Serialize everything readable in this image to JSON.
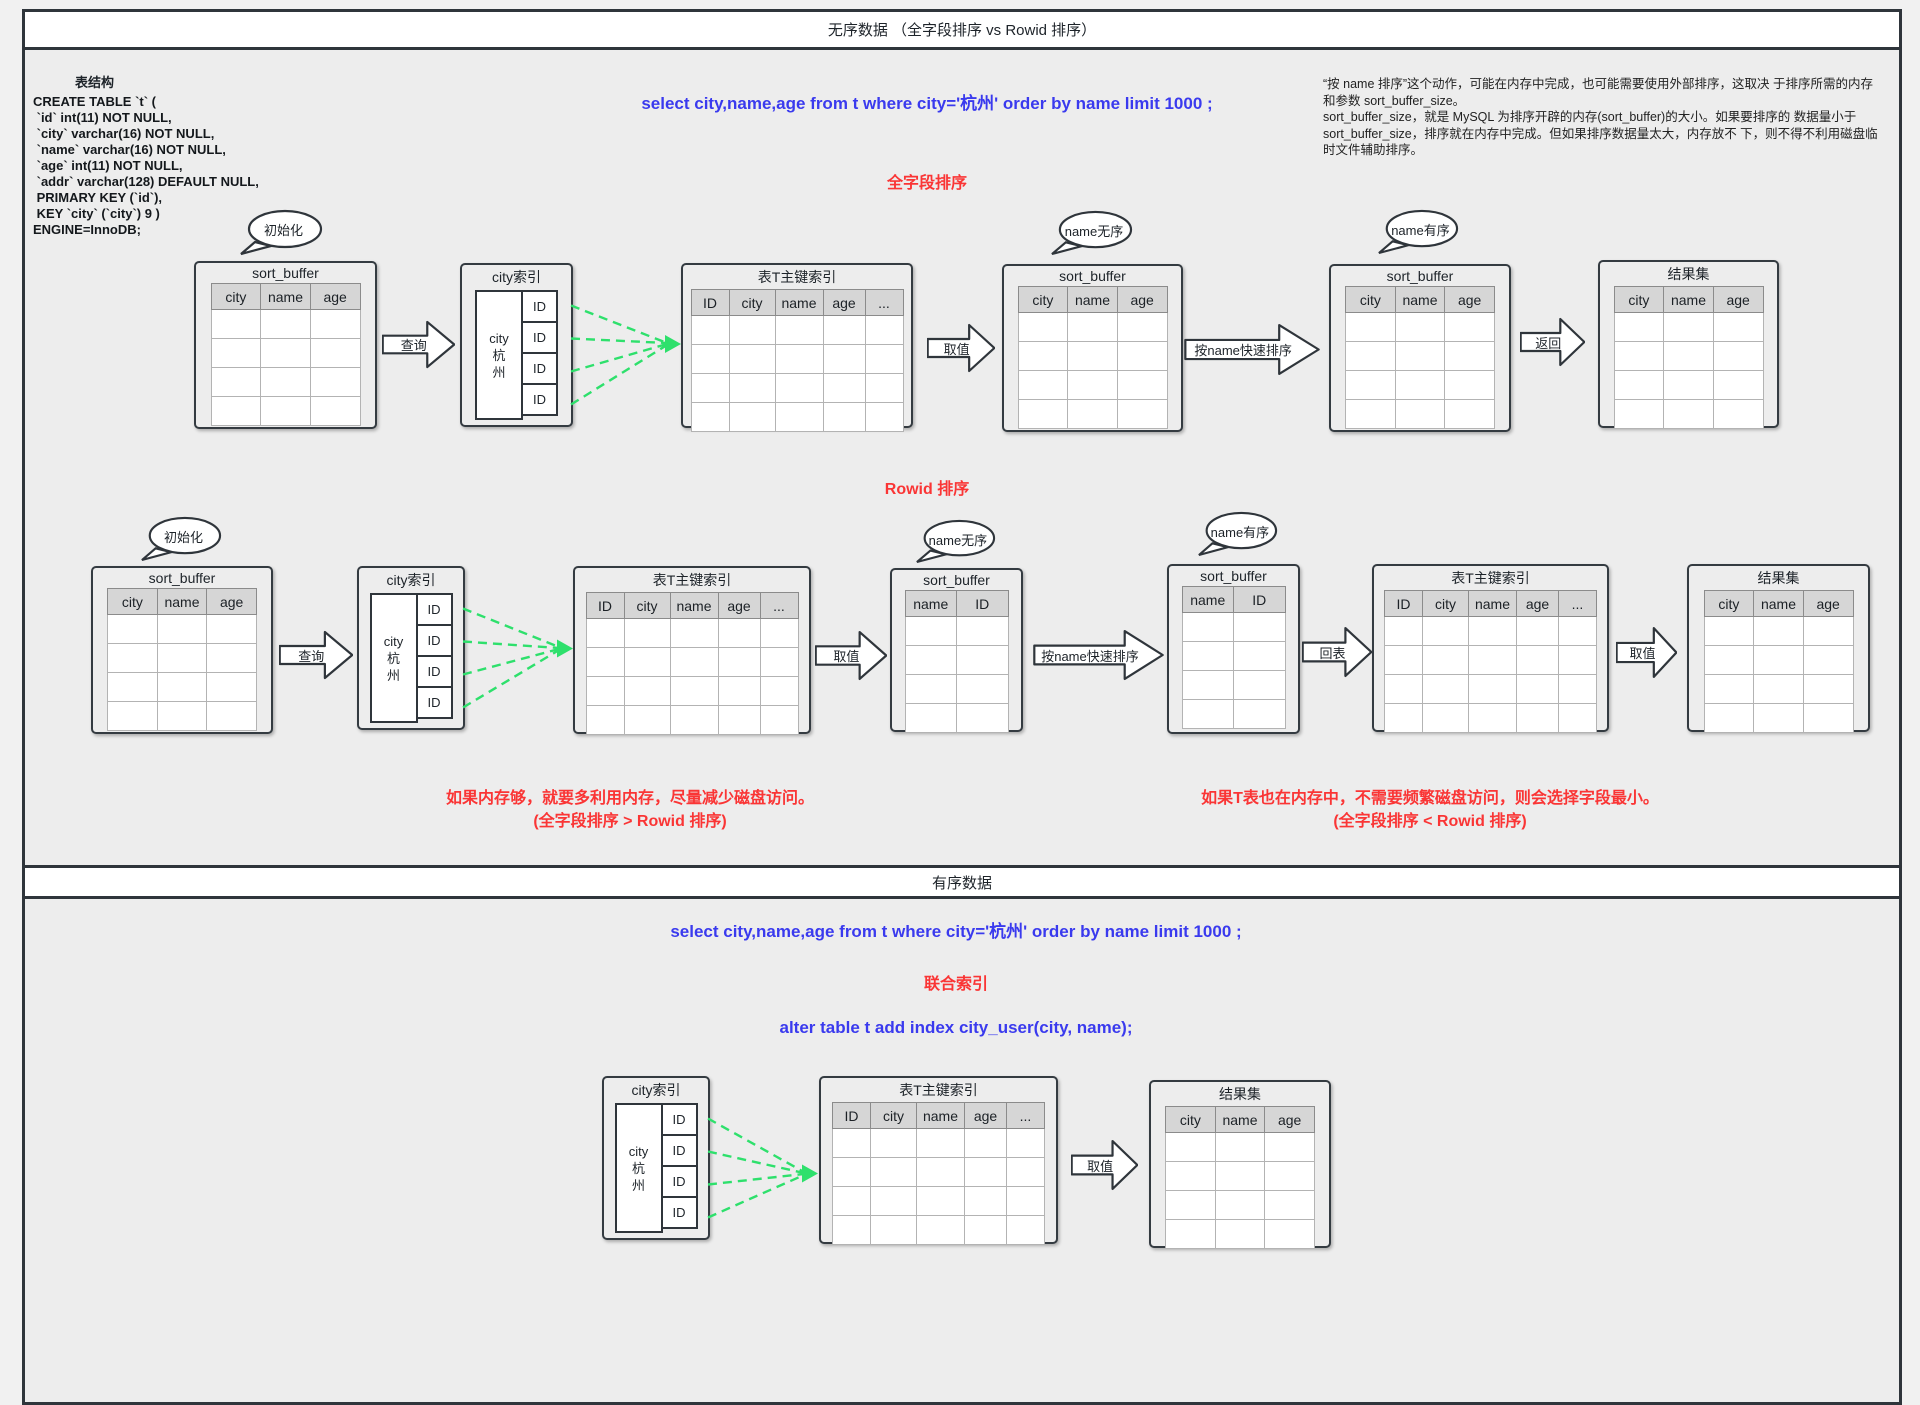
{
  "page": {
    "section1_title": "无序数据 （全字段排序 vs Rowid 排序）",
    "section2_title": "有序数据"
  },
  "schema": {
    "label": "表结构",
    "create_table": "CREATE TABLE `t` (\n `id` int(11) NOT NULL,\n `city` varchar(16) NOT NULL,\n `name` varchar(16) NOT NULL,\n `age` int(11) NOT NULL,\n `addr` varchar(128) DEFAULT NULL,\n PRIMARY KEY (`id`),\n KEY `city` (`city`) 9 )\nENGINE=InnoDB;"
  },
  "note": {
    "text": "“按 name 排序”这个动作，可能在内存中完成，也可能需要使用外部排序，这取决 于排序所需的内存和参数 sort_buffer_size。\nsort_buffer_size，就是 MySQL 为排序开辟的内存(sort_buffer)的大小。如果要排序的 数据量小于 sort_buffer_size，排序就在内存中完成。但如果排序数据量太大，内存放不 下，则不得不利用磁盘临时文件辅助排序。"
  },
  "sql": {
    "select": "select city,name,age from t where city='杭州' order by name limit 1000 ;",
    "alter": "alter table t add index city_user(city, name);"
  },
  "headings": {
    "full_field_sort": "全字段排序",
    "rowid_sort": "Rowid 排序",
    "union_index": "联合索引"
  },
  "conclusions": {
    "left_line1": "如果内存够，就要多利用内存，尽量减少磁盘访问。",
    "left_line2": "(全字段排序 > Rowid 排序)",
    "right_line1": "如果T表也在内存中，不需要频繁磁盘访问，则会选择字段最小。",
    "right_line2": "(全字段排序 < Rowid 排序)"
  },
  "labels": {
    "sort_buffer": "sort_buffer",
    "city_index": "city索引",
    "primary_index": "表T主键索引",
    "result_set": "结果集",
    "id": "ID",
    "city_value": "city\n杭\n州"
  },
  "bubbles": {
    "init": "初始化",
    "name_unordered": "name无序",
    "name_ordered": "name有序"
  },
  "arrows": {
    "query": "查询",
    "fetch": "取值",
    "sort": "按name快速排序",
    "return": "返回",
    "back": "回表"
  },
  "columns": {
    "cna": [
      "city",
      "name",
      "age"
    ],
    "full": [
      "ID",
      "city",
      "name",
      "age",
      "..."
    ],
    "nid": [
      "name",
      "ID"
    ]
  },
  "colors": {
    "link_green": "#2ee06c",
    "heading_red": "#fa3535",
    "sql_blue": "#3a3aee",
    "stroke_dark": "#2f353b"
  }
}
